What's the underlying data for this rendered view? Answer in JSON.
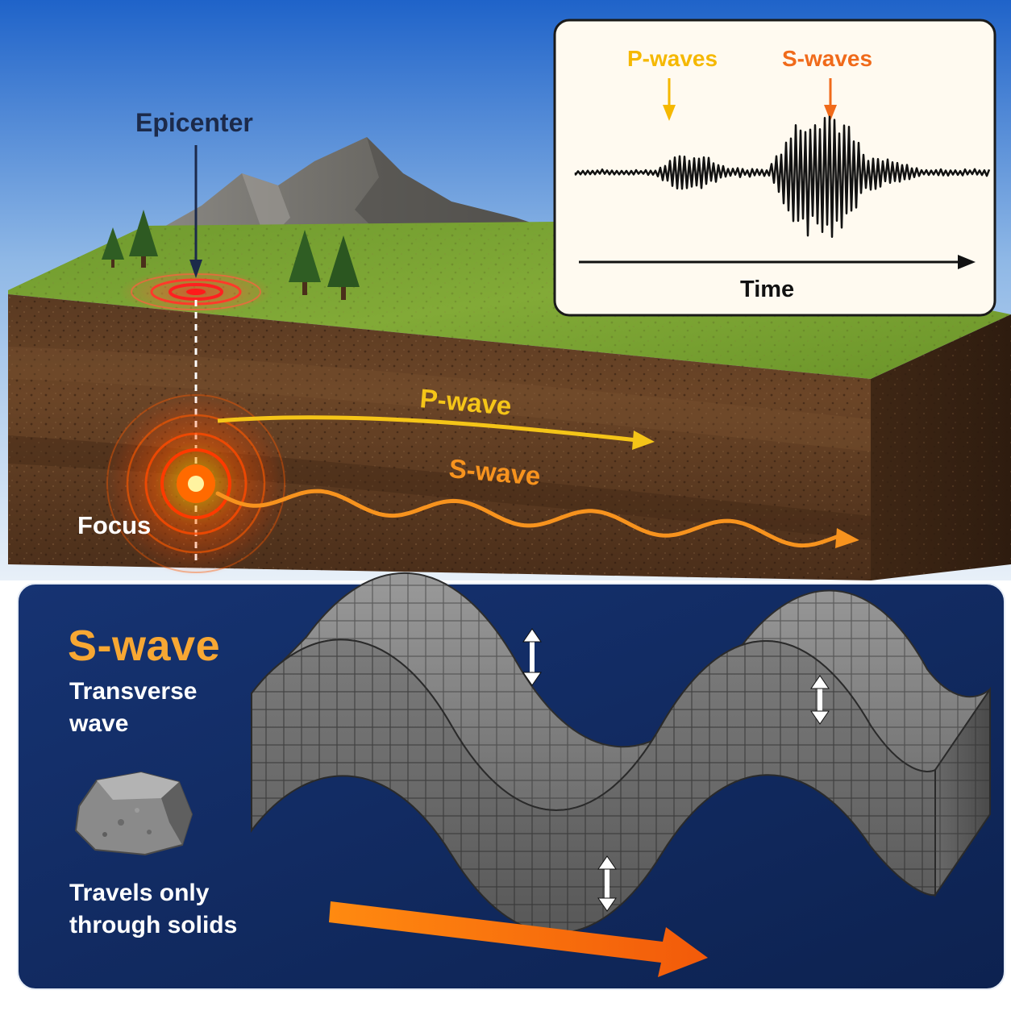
{
  "labels": {
    "epicenter": "Epicenter",
    "focus": "Focus",
    "p_wave": "P-wave",
    "s_wave": "S-wave"
  },
  "seismogram": {
    "p_waves_label": "P-waves",
    "s_waves_label": "S-waves",
    "time_label": "Time"
  },
  "panel": {
    "title": "S-wave",
    "type_line1": "Transverse",
    "type_line2": "wave",
    "solid_line1": "Travels only",
    "solid_line2": "through solids"
  },
  "colors": {
    "p_wave": "#f5c518",
    "s_wave": "#f7931e",
    "focus": "#ff6a00",
    "panel_bg": "#11295e",
    "panel_title": "#f7a733",
    "epicenter_text": "#1c2a4a"
  },
  "icons": [
    "tree-icon",
    "mountain-icon",
    "rock-icon",
    "double-arrow-icon",
    "direction-arrow-icon"
  ]
}
